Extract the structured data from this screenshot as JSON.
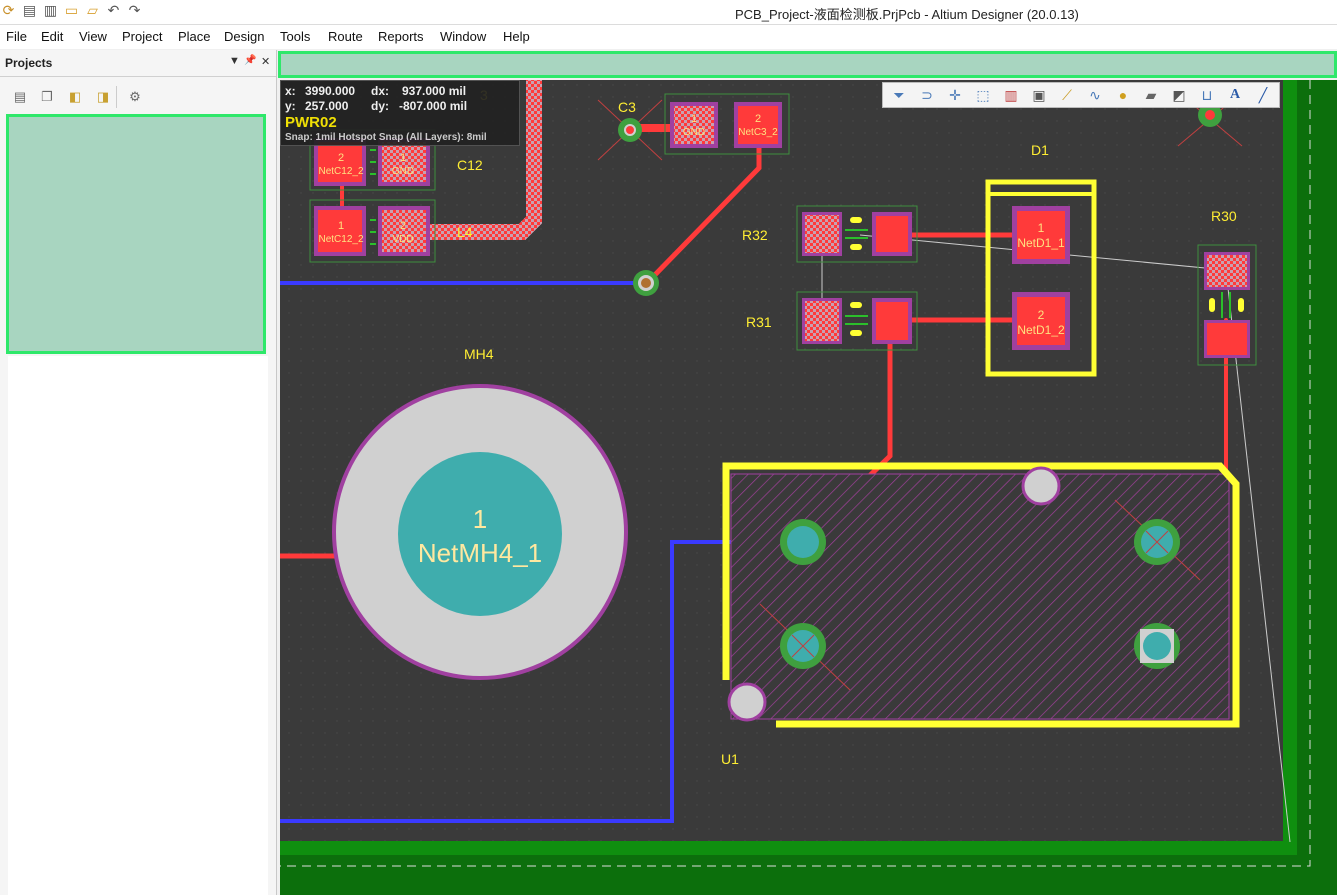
{
  "window": {
    "title": "PCB_Project-液面检测板.PrjPcb - Altium Designer (20.0.13)",
    "quick_access": [
      "app-icon",
      "save-icon",
      "save-all-icon",
      "open-icon",
      "open-project-icon",
      "undo-icon",
      "redo-icon"
    ]
  },
  "menu": [
    "File",
    "Edit",
    "View",
    "Project",
    "Place",
    "Design",
    "Tools",
    "Route",
    "Reports",
    "Window",
    "Help"
  ],
  "panel": {
    "title": "Projects",
    "controls": [
      "▼",
      "📌",
      "✕"
    ],
    "toolbar_icons": [
      "save-icon",
      "compile-icon",
      "project-options-icon",
      "project-folder-icon",
      "settings-icon"
    ]
  },
  "hud": {
    "x_label": "x:",
    "x_value": "3990.000",
    "dx_label": "dx:",
    "dx_value": "937.000 mil",
    "y_label": "y:",
    "y_value": "257.000",
    "dy_label": "dy:",
    "dy_value": "-807.000 mil",
    "net": "PWR02",
    "snap": "Snap: 1mil Hotspot Snap (All Layers): 8mil"
  },
  "floating_toolbar_icons": [
    "filter-icon",
    "interactive-route-icon",
    "place-cross-icon",
    "select-rect-icon",
    "chart-icon",
    "component-icon",
    "route-diff-icon",
    "tune-length-icon",
    "place-via-icon",
    "polygon-pour-icon",
    "keepout-icon",
    "dimension-icon",
    "place-string-icon",
    "place-line-icon"
  ],
  "pcb": {
    "ref_C3": "C3",
    "c3_pad1_num": "1",
    "c3_pad1_net": "GND",
    "c3_pad2_num": "2",
    "c3_pad2_net": "NetC3_2",
    "c12_pad2_num": "2",
    "c12_pad2_net": "NetC12_2",
    "c12_pad1_num": "1",
    "c12_pad1_net": "GND",
    "ref_C12": "C12",
    "l4_pad1_num": "1",
    "l4_pad1_net": "NetC12_2",
    "l4_pad2_num": "2",
    "l4_pad2_net": "VDD",
    "ref_L4": "L4",
    "ref_R32": "R32",
    "ref_R31": "R31",
    "ref_D1": "D1",
    "d1_pad1_num": "1",
    "d1_pad1_net": "NetD1_1",
    "d1_pad2_num": "2",
    "d1_pad2_net": "NetD1_2",
    "ref_R30": "R30",
    "ref_MH4": "MH4",
    "mh4_pad_num": "1",
    "mh4_pad_net": "NetMH4_1",
    "ref_U1": "U1",
    "partial_3": "3"
  },
  "colors": {
    "board": "#3a3a3a",
    "top_copper": "#ff3a3a",
    "bottom_copper": "#3a3aff",
    "overlay": "#ffff33",
    "courtyard": "#3f8f3f",
    "keepout": "#0f7a0f",
    "via": "#3fa0a0",
    "highlight": "#2ee86a"
  }
}
